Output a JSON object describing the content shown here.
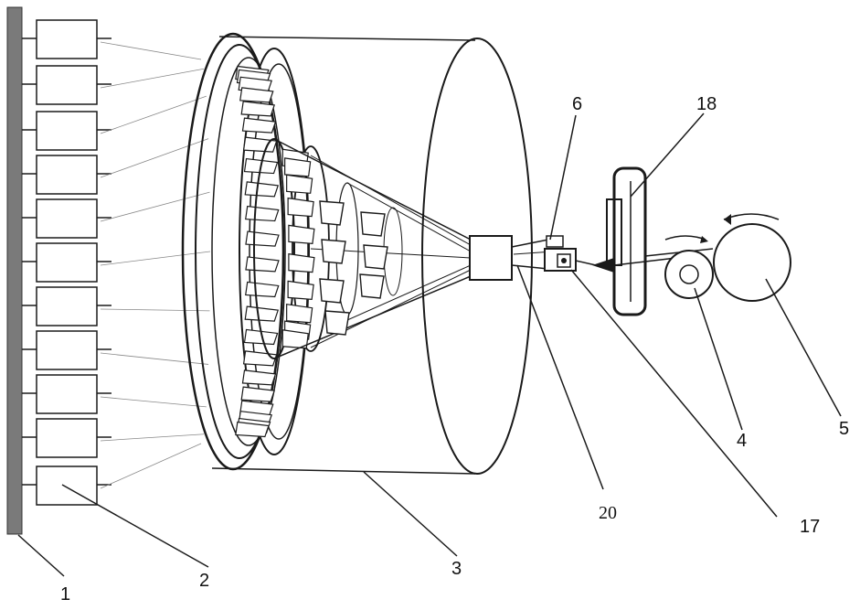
{
  "labels": {
    "l1": "1",
    "l2": "2",
    "l3": "3",
    "l4": "4",
    "l5": "5",
    "l6": "6",
    "l17": "17",
    "l18": "18",
    "l20": "20"
  },
  "colors": {
    "ink": "#1a1a1a",
    "wall": "#7a7a7a",
    "thin_line": "#888888"
  }
}
